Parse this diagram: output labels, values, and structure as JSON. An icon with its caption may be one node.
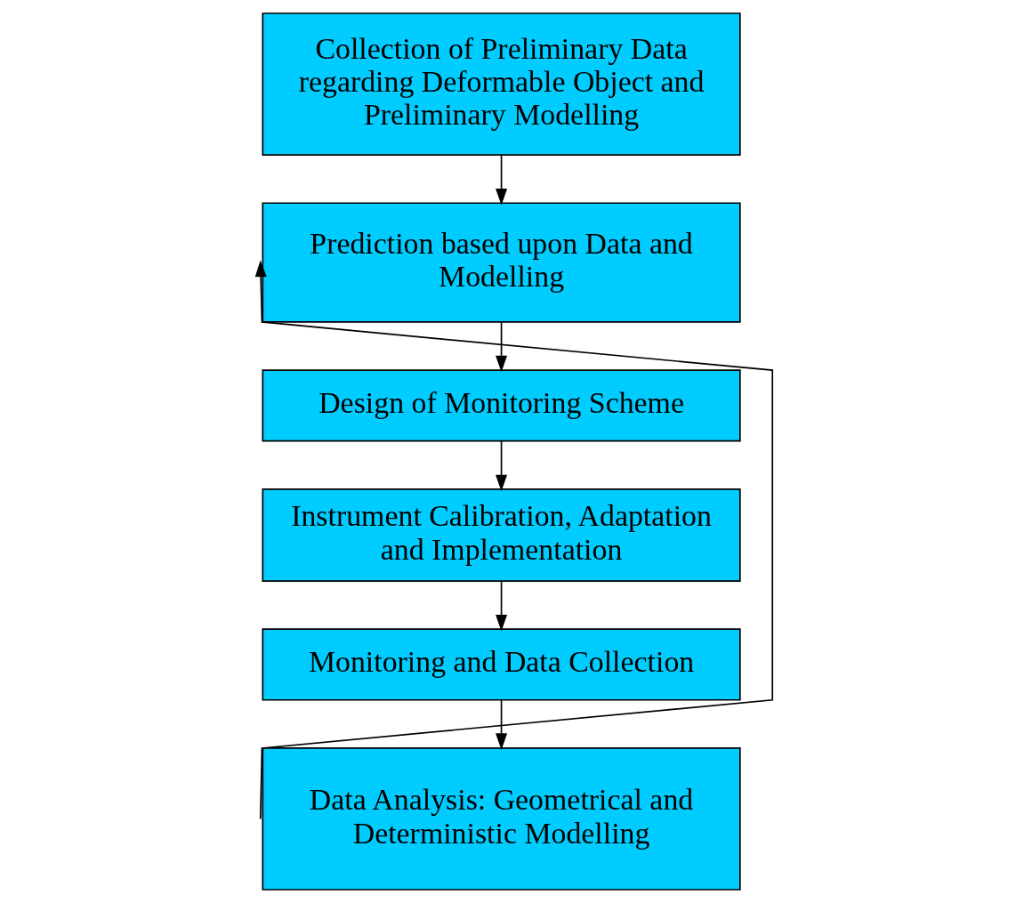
{
  "diagram": {
    "nodes": [
      {
        "text": [
          "Collection of Preliminary Data regarding Deformable Object and Preliminary Modelling"
        ]
      },
      {
        "text": [
          "Prediction based upon Data and Modelling"
        ]
      },
      {
        "text": [
          "Design of Monitoring Scheme"
        ]
      },
      {
        "text": [
          "Instrument Calibration, Adaptation and Implementation"
        ]
      },
      {
        "text": [
          "Monitoring and Data Collection"
        ]
      },
      {
        "text": [
          "Data Analysis: Geometrical and Deterministic Modelling"
        ]
      }
    ],
    "edges": [
      {
        "from": 0,
        "to": 1,
        "arrow": "to"
      },
      {
        "from": 1,
        "to": 2,
        "arrow": "to"
      },
      {
        "from": 2,
        "to": 3,
        "arrow": "to"
      },
      {
        "from": 3,
        "to": 4,
        "arrow": "to"
      },
      {
        "from": 4,
        "to": 5,
        "arrow": "to"
      },
      {
        "from": 5,
        "to": 1,
        "arrow": "to"
      }
    ]
  }
}
